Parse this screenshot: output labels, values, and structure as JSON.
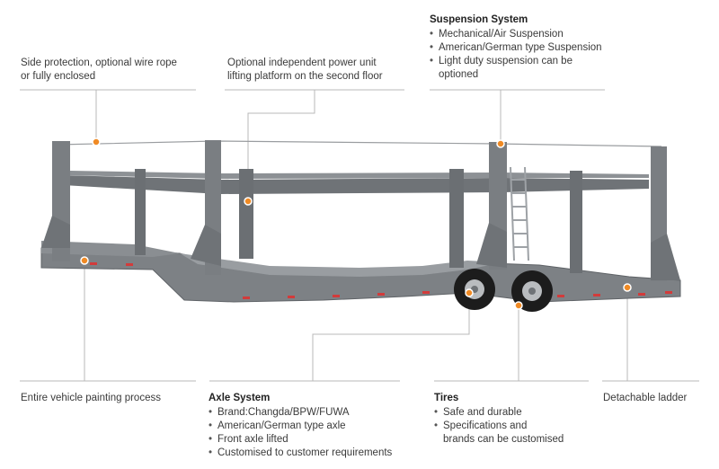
{
  "labels": {
    "side_protection": [
      "Side protection, optional wire rope",
      "or fully enclosed"
    ],
    "power_unit": [
      "Optional independent power unit",
      "lifting platform on the second floor"
    ],
    "suspension": {
      "title": "Suspension System",
      "items": [
        "Mechanical/Air Suspension",
        "American/German type Suspension",
        "Light duty suspension can be",
        "optioned"
      ]
    },
    "painting": "Entire vehicle painting process",
    "axle": {
      "title": "Axle System",
      "items": [
        "Brand:Changda/BPW/FUWA",
        "American/German type axle",
        "Front axle lifted",
        "Customised to customer requirements"
      ]
    },
    "tires": {
      "title": "Tires",
      "items": [
        "Safe and durable",
        "Specifications and",
        "brands can be customised"
      ]
    },
    "ladder": "Detachable ladder"
  },
  "colors": {
    "frame": "#7a7e82",
    "frame_dark": "#55595d",
    "accent": "#f08a24",
    "line": "#b5b5b5",
    "reflector": "#d23b3b",
    "tire": "#1c1c1c"
  }
}
